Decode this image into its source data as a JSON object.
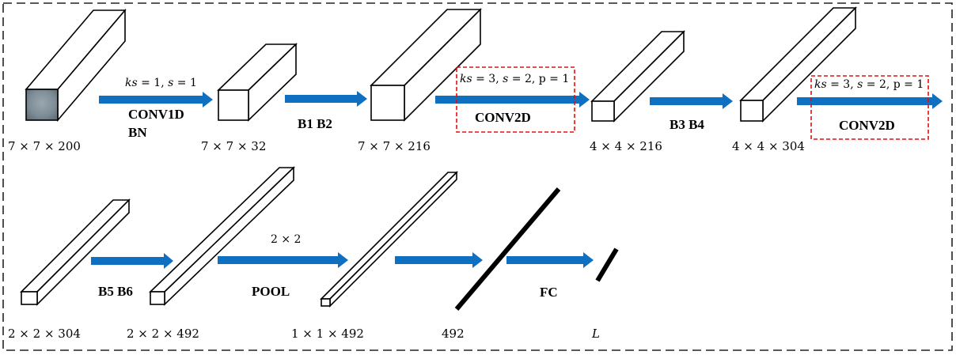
{
  "stages": [
    {
      "id": "input",
      "dims": "7 × 7 × 200"
    },
    {
      "id": "conv1d-out",
      "dims": "7 × 7 × 32"
    },
    {
      "id": "b1b2-out",
      "dims": "7 × 7 × 216"
    },
    {
      "id": "conv2d-1-out",
      "dims": "4 × 4 × 216"
    },
    {
      "id": "b3b4-out",
      "dims": "4 × 4 × 304"
    },
    {
      "id": "conv2d-2-out",
      "dims": "2 × 2 × 304"
    },
    {
      "id": "b5b6-out",
      "dims": "2 × 2 × 492"
    },
    {
      "id": "pool-out",
      "dims": "1 × 1 × 492"
    },
    {
      "id": "flatten",
      "dims": "492"
    },
    {
      "id": "output",
      "dims": "L"
    }
  ],
  "operations": {
    "conv1d": {
      "label_line1": "CONV1D",
      "label_line2": "BN",
      "params_ks": "ks",
      "params_rest": " = 1, ",
      "params_s": "s",
      "params_tail": " = 1"
    },
    "b1b2": {
      "label": "B1 B2"
    },
    "conv2d_1": {
      "label": "CONV2D",
      "params_ks": "ks",
      "params_mid": " = 3, ",
      "params_s": "s",
      "params_tail": " = 2, p = 1"
    },
    "b3b4": {
      "label": "B3 B4"
    },
    "conv2d_2": {
      "label": "CONV2D",
      "params_ks": "ks",
      "params_mid": " = 3, ",
      "params_s": "s",
      "params_tail": " = 2, p = 1"
    },
    "b5b6": {
      "label": "B5 B6"
    },
    "pool": {
      "label": "POOL",
      "params": "2 × 2"
    },
    "fc": {
      "label": "FC"
    }
  },
  "colors": {
    "arrow": "#0f6fc0",
    "highlight_frame": "#e01010",
    "input_face": "#7d8c96"
  }
}
